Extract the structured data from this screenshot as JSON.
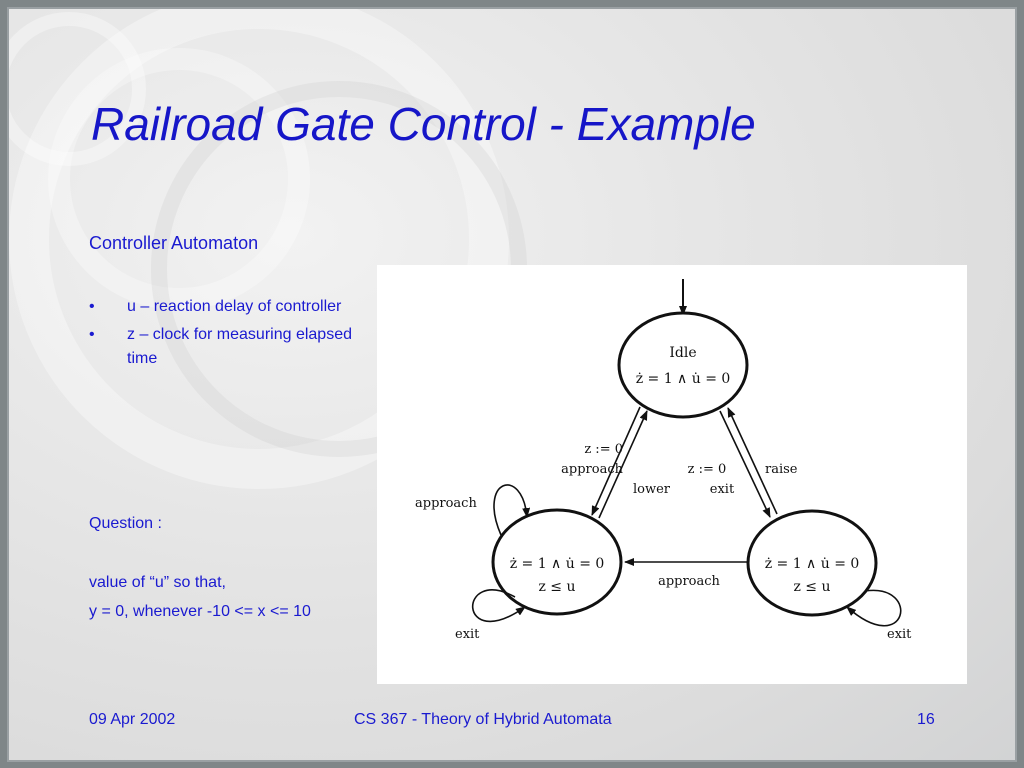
{
  "title": "Railroad Gate Control - Example",
  "subheading": "Controller Automaton",
  "bullets": [
    "u – reaction delay of controller",
    "z – clock for measuring elapsed time"
  ],
  "bullet_marker": "•",
  "question": {
    "label": "Question :",
    "line1": "value of “u” so that,",
    "line2": "y = 0, whenever -10 <= x <= 10"
  },
  "diagram": {
    "states": {
      "idle": {
        "name": "Idle",
        "flow": "ż = 1 ∧ u̇ = 0"
      },
      "left": {
        "flow": "ż = 1 ∧ u̇ = 0",
        "invariant": "z ≤ u"
      },
      "right": {
        "flow": "ż = 1 ∧ u̇ = 0",
        "invariant": "z ≤ u"
      }
    },
    "edges": {
      "idle_to_left_reset": "z := 0",
      "idle_to_left_event": "approach",
      "left_to_idle_event": "lower",
      "idle_to_right_reset": "z := 0",
      "idle_to_right_event": "exit",
      "right_to_idle_event": "raise",
      "right_to_left_event": "approach",
      "left_self_top": "approach",
      "left_self_bottom": "exit",
      "right_self_bottom": "exit"
    }
  },
  "footer": {
    "date": "09 Apr 2002",
    "course": "CS 367 - Theory of Hybrid Automata",
    "page": "16"
  }
}
